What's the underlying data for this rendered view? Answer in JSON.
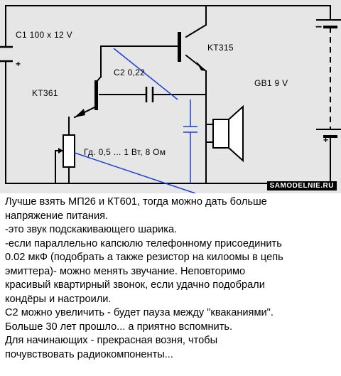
{
  "labels": {
    "c1": "C1  100 x 12 V",
    "kt315": "KT315",
    "c2": "C2  0,22",
    "kt361": "KT361",
    "gb1": "GB1  9 V",
    "speaker": "Гд. 0,5 ... 1 Вт, 8 Ом",
    "plus_c1": "+",
    "minus_gb": "−",
    "plus_gb": "+"
  },
  "site_badge": "SAMODELNIE.RU",
  "notes": [
    "Лучше взять МП26   и КТ601, тогда можно дать больше",
    "напряжение питания.",
    "-это звук подскакивающего шарика.",
    "-если параллельно капсюлю телефонному присоединить",
    "0.02 мкФ (подобрать а также резистор на килоомы в цепь",
    "эмиттера)- можно менять звучание. Неповторимо",
    "красивый квартирный звонок, если удачно подобрали",
    "кондёры и настроили.",
    "С2 можно увеличить - будет пауза между \"кваканиями\".",
    "Больше 30 лет прошло... а приятно вспомнить.",
    "Для начинающих - прекрасная возня, чтобы",
    "почувствовать радиокомпоненты..."
  ],
  "colors": {
    "wire": "#000000",
    "annotation": "#1a3fd6",
    "background": "#e6e6e6"
  }
}
